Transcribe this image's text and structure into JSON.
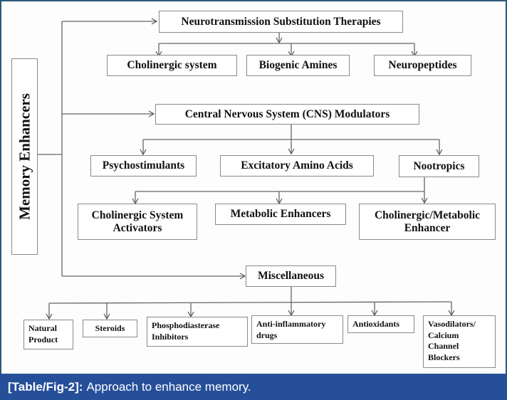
{
  "diagram": {
    "root": "Memory Enhancers",
    "branches": {
      "neurotransmission": {
        "title": "Neurotransmission Substitution Therapies",
        "children": [
          "Cholinergic system",
          "Biogenic Amines",
          "Neuropeptides"
        ]
      },
      "cns": {
        "title": "Central Nervous System (CNS) Modulators",
        "children": [
          "Psychostimulants",
          "Excitatory Amino Acids",
          "Nootropics"
        ],
        "nootropics_children": [
          "Cholinergic System Activators",
          "Metabolic Enhancers",
          "Cholinergic/Metabolic Enhancer"
        ]
      },
      "misc": {
        "title": "Miscellaneous",
        "children": [
          "Natural Product",
          "Steroids",
          "Phosphodiasterase Inhibitors",
          "Anti-inflammatory drugs",
          "Antioxidants",
          "Vasodilators/ Calcium Channel Blockers"
        ]
      }
    }
  },
  "caption": {
    "label": "[Table/Fig-2]:",
    "text": "Approach to enhance memory."
  },
  "colors": {
    "caption_bg": "#264f9a",
    "frame_border": "#2b5a7a"
  }
}
